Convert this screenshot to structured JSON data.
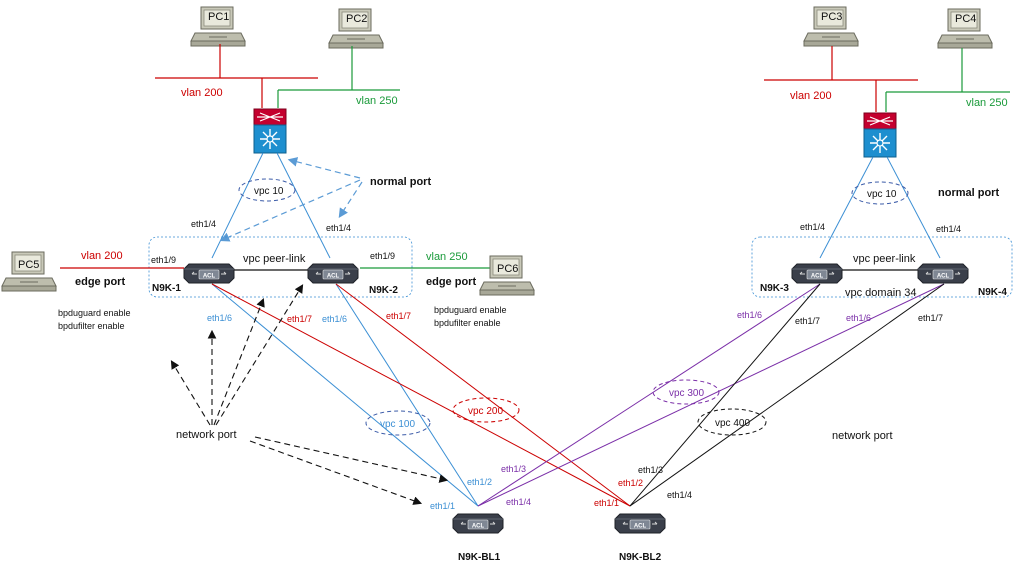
{
  "colors": {
    "red": "#cc0000",
    "green": "#1a9a3a",
    "blue": "#3b8fd4",
    "purple": "#7b2fa8",
    "black": "#111111",
    "dashed_blue": "#5b9bd5"
  },
  "pcs": {
    "pc1": "PC1",
    "pc2": "PC2",
    "pc3": "PC3",
    "pc4": "PC4",
    "pc5": "PC5",
    "pc6": "PC6"
  },
  "left_site": {
    "vlan200": "vlan 200",
    "vlan250": "vlan 250",
    "vpc10": "vpc 10",
    "normal_port": "normal port",
    "n9k1": "N9K-1",
    "n9k2": "N9K-2",
    "peer_link": "vpc peer-link",
    "edge_port_left": "edge port",
    "edge_port_right": "edge port",
    "edge_vlan_left": "vlan 200",
    "edge_vlan_right": "vlan 250",
    "bpdu_left_1": "bpduguard enable",
    "bpdu_left_2": "bpdufilter enable",
    "bpdu_right_1": "bpduguard enable",
    "bpdu_right_2": "bpdufilter enable",
    "network_port": "network port",
    "vpc100": "vpc 100",
    "vpc200": "vpc 200"
  },
  "right_site": {
    "vlan200": "vlan 200",
    "vlan250": "vlan 250",
    "vpc10": "vpc 10",
    "normal_port": "normal port",
    "n9k3": "N9K-3",
    "n9k4": "N9K-4",
    "peer_link": "vpc peer-link",
    "domain": "vpc domain 34",
    "network_port": "network port",
    "vpc300": "vpc 300",
    "vpc400": "vpc 400"
  },
  "border_leafs": {
    "bl1": "N9K-BL1",
    "bl2": "N9K-BL2"
  },
  "ports": {
    "eth1_4": "eth1/4",
    "eth1_9": "eth1/9",
    "eth1_6": "eth1/6",
    "eth1_7": "eth1/7",
    "eth1_1": "eth1/1",
    "eth1_2": "eth1/2",
    "eth1_3": "eth1/3"
  },
  "icons": {
    "pc": "desktop-pc-icon",
    "switch": "nexus-switch-icon",
    "access_switch": "access-switch-icon"
  }
}
